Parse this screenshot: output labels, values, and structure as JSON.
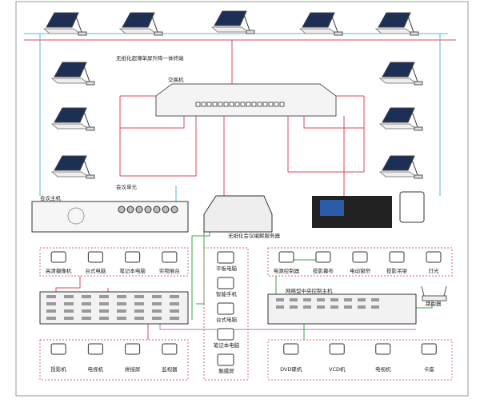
{
  "labels": {
    "terminal": "无纸化超薄单屏升降一体终端",
    "switch": "交换机",
    "conference_unit": "会议单元",
    "conference_host": "会议主机",
    "server": "无纸化会议编解服务器",
    "central_host": "网络型中央控制主机",
    "router": "路由器"
  },
  "sources": [
    "高清摄像机",
    "台式电脑",
    "笔记本电脑",
    "实物展台"
  ],
  "mobile_devices": [
    "平板电脑",
    "智能手机",
    "台式电脑",
    "笔记本电脑",
    "触摸屏"
  ],
  "controlled_devices": [
    "电源控制器",
    "投影幕布",
    "电动窗帘",
    "投影吊架",
    "灯光"
  ],
  "displays": [
    "投影机",
    "电视机",
    "拼接屏",
    "监视器"
  ],
  "media_devices": [
    "DVD碟机",
    "VCD机",
    "电视机",
    "卡座"
  ],
  "colors": {
    "network": "#e0455a",
    "audio": "#5bb8d6",
    "control": "#3aa845",
    "dashed": "#e06070",
    "av": "#b07ac0"
  }
}
